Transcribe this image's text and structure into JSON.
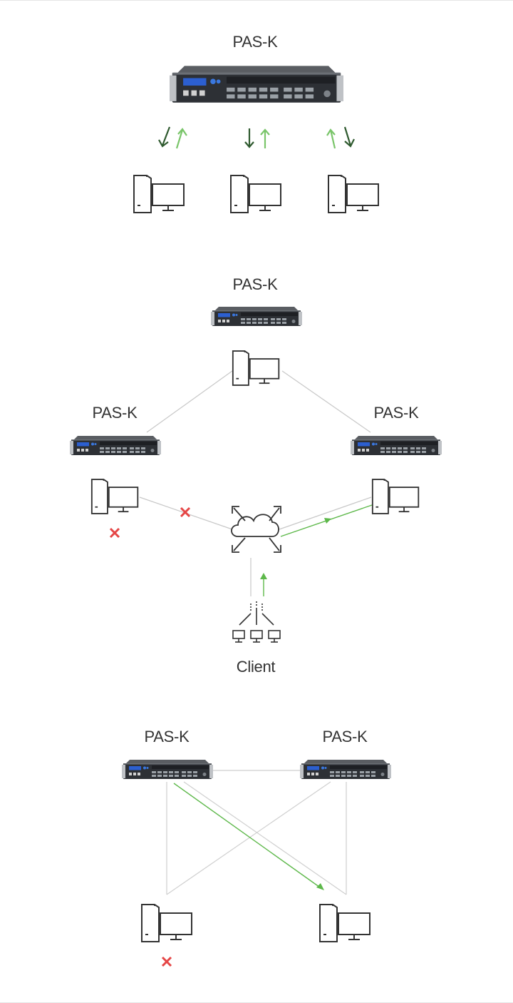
{
  "labels": {
    "device_name": "PAS-K",
    "client": "Client"
  },
  "colors": {
    "arrow_dark": "#2f5a2f",
    "arrow_light": "#7ac56a",
    "flow_green": "#5db84a",
    "link_gray": "#c8c8c8",
    "fail_red": "#e54646",
    "icon_stroke": "#333333"
  },
  "sections": [
    {
      "id": "load-distribution",
      "devices": [
        "PAS-K"
      ],
      "servers": 3
    },
    {
      "id": "global-server-load-balancing",
      "devices": [
        "PAS-K",
        "PAS-K",
        "PAS-K"
      ],
      "servers": 3,
      "client": "Client",
      "failed_servers": 1
    },
    {
      "id": "redundancy",
      "devices": [
        "PAS-K",
        "PAS-K"
      ],
      "servers": 2,
      "failed_servers": 1
    }
  ]
}
